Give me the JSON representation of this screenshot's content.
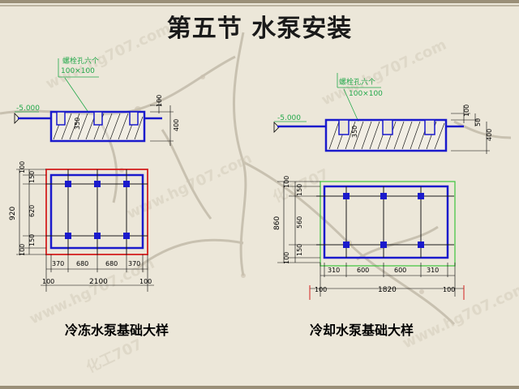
{
  "slide": {
    "title": "第五节  水泵安装",
    "watermark": "www.hg707.com",
    "watermark_mark": "化工707"
  },
  "left_diagram": {
    "caption": "冷冻水泵基础大样",
    "section": {
      "elevation": "-5.000",
      "bolt_note_line1": "螺栓孔六个",
      "bolt_note_line2": "100×100",
      "dim_right_top": "100",
      "dim_right_total": "400",
      "dim_inner": "350"
    },
    "plan": {
      "left_dims": [
        "100",
        "150",
        "620",
        "150",
        "100"
      ],
      "left_total": "920",
      "bottom_dims": [
        "370",
        "680",
        "680",
        "370"
      ],
      "bottom_outer": [
        "100",
        "100"
      ],
      "bottom_total": "2100"
    }
  },
  "right_diagram": {
    "caption": "冷却水泵基础大样",
    "section": {
      "elevation": "-5.000",
      "bolt_note_line1": "螺栓孔六个",
      "bolt_note_line2": "100×100",
      "dim_right_top": "100",
      "dim_right_mid": "50",
      "dim_right_total": "400",
      "dim_inner": "350"
    },
    "plan": {
      "left_dims": [
        "100",
        "150",
        "560",
        "150",
        "100"
      ],
      "left_total": "860",
      "bottom_dims": [
        "310",
        "600",
        "600",
        "310"
      ],
      "bottom_outer": [
        "100",
        "100"
      ],
      "bottom_total": "1820"
    }
  },
  "colors": {
    "structure": "#1a1acc",
    "dimension": "#000000",
    "annotation": "#22a84a",
    "outline_red": "#d42020",
    "outline_green": "#3cc43c"
  }
}
